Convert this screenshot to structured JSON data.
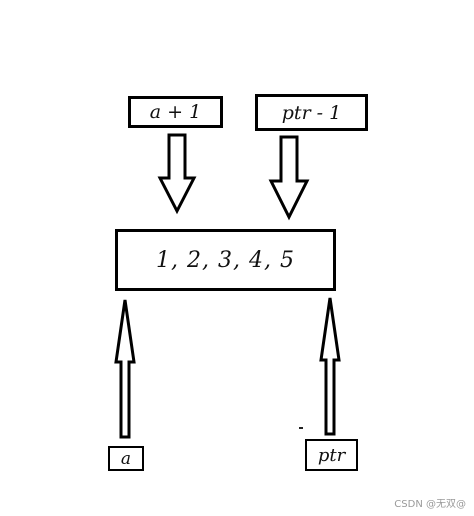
{
  "diagram": {
    "top_left_label": "a + 1",
    "top_right_label": "ptr - 1",
    "array_label": "1, 2, 3, 4, 5",
    "bottom_left_label": "a",
    "bottom_right_label": "ptr"
  },
  "watermark": "CSDN @无双@",
  "colors": {
    "stroke": "#000000",
    "background": "#ffffff"
  }
}
